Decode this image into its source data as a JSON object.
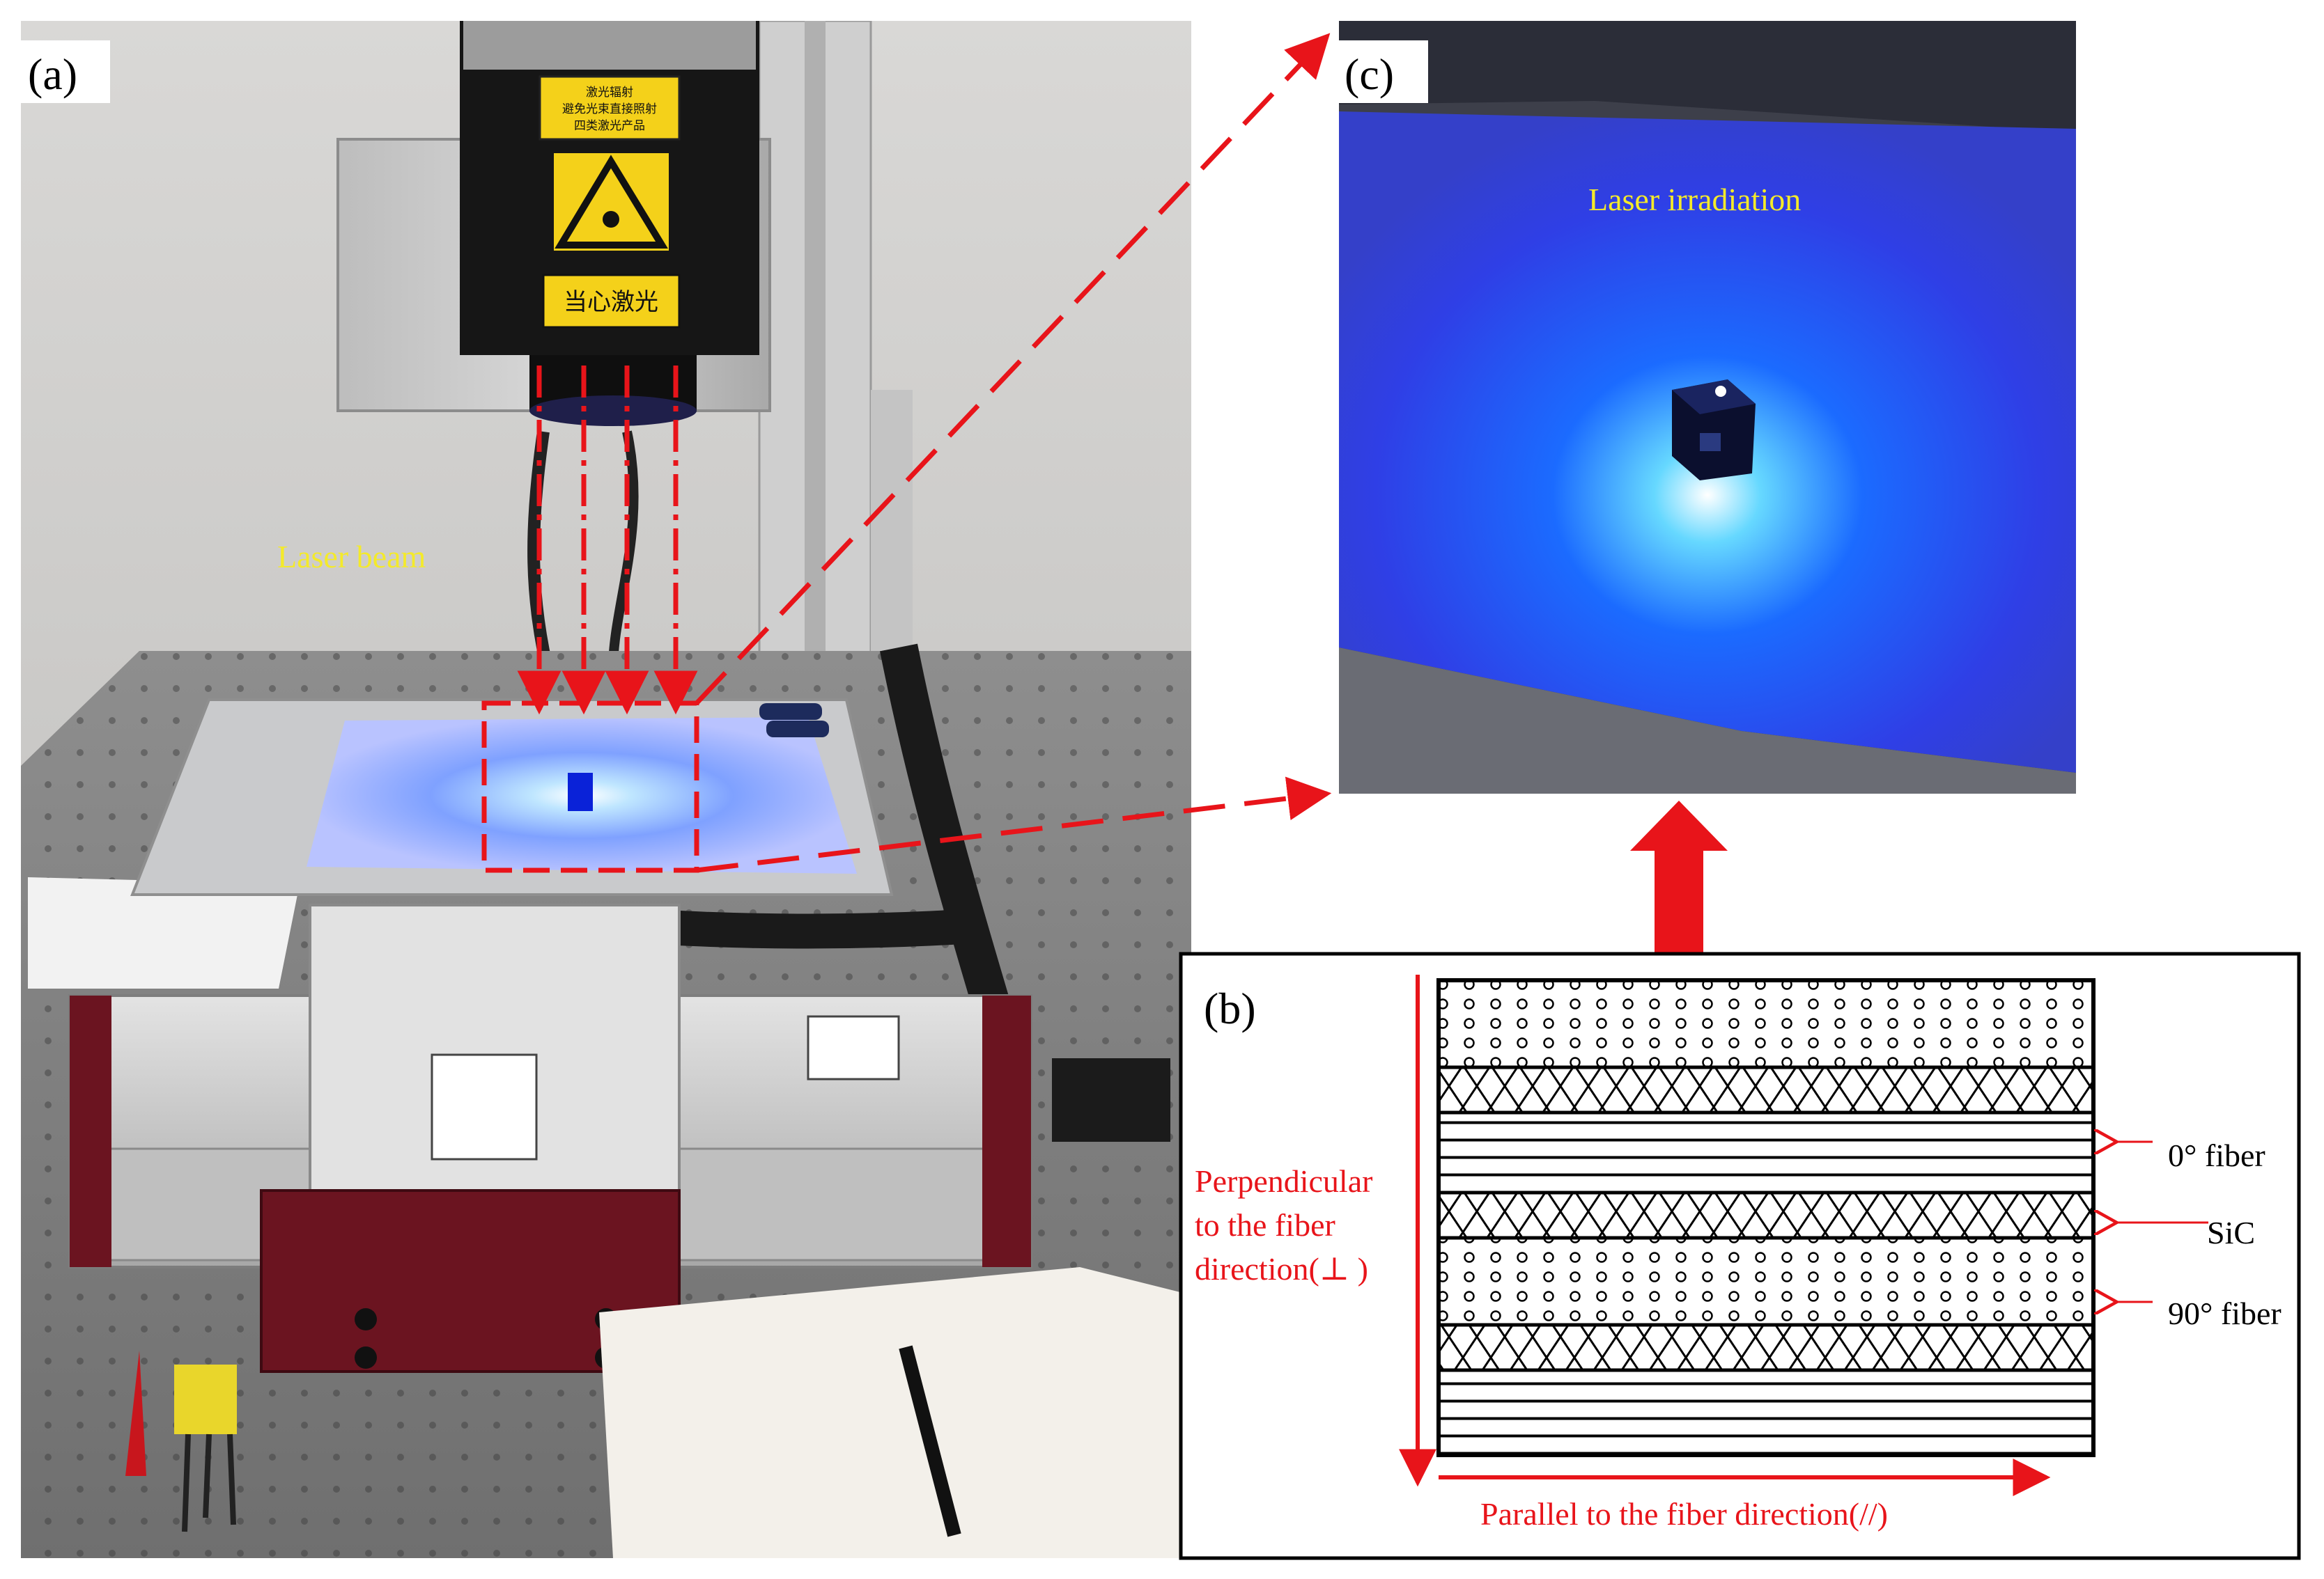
{
  "panel_a": {
    "tag": "(a)",
    "label_laser_beam": "Laser beam",
    "warning_plate_cn": "激光辐射\n避免光束直接照射\n四类激光产品",
    "caution_plate_cn": "当心激光"
  },
  "panel_c": {
    "tag": "(c)",
    "label_irradiation": "Laser irradiation"
  },
  "panel_b": {
    "tag": "(b)",
    "label_perpendicular": [
      "Perpendicular",
      "to the fiber",
      "direction(⊥ )"
    ],
    "label_parallel": "Parallel to the fiber direction(//)",
    "layer_labels": {
      "zero_fiber": "0° fiber",
      "sic": "SiC",
      "ninety_fiber": "90° fiber"
    },
    "layers": [
      "dots",
      "crosshatch",
      "lines",
      "crosshatch",
      "dots",
      "crosshatch",
      "lines"
    ]
  },
  "colors": {
    "red_annotation": "#e8141a",
    "yellow_label": "#f4ea2a",
    "laser_blue": "#2f55ff",
    "black": "#000000"
  }
}
